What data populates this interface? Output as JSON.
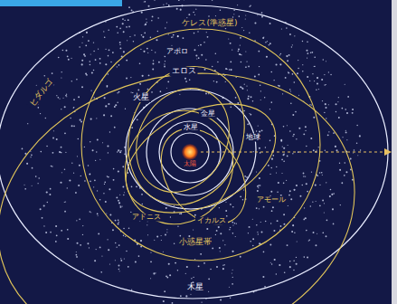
{
  "diagram": {
    "labels": [
      "ケレス(準惑星)",
      "ヒダルゴ",
      "アポロ",
      "エロス",
      "火星",
      "金星",
      "水星",
      "地球",
      "太陽",
      "アドニス",
      "イカルス",
      "アモール",
      "小惑星帯",
      "木星"
    ]
  }
}
